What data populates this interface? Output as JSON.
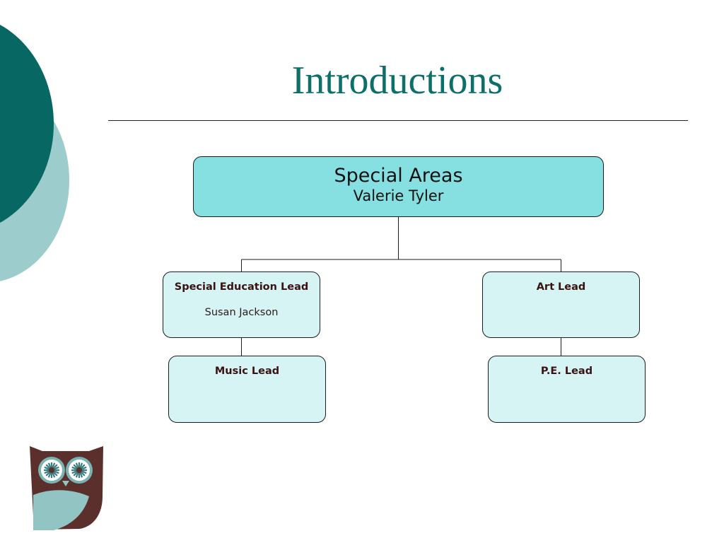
{
  "slide": {
    "title": "Introductions"
  },
  "org_chart": {
    "root": {
      "title": "Special Areas",
      "name": "Valerie Tyler"
    },
    "children": [
      {
        "title": "Special Education Lead",
        "name": "Susan Jackson",
        "children": [
          {
            "title": "Music Lead",
            "name": ""
          }
        ]
      },
      {
        "title": "Art Lead",
        "name": "",
        "children": [
          {
            "title": "P.E. Lead",
            "name": ""
          }
        ]
      }
    ]
  },
  "colors": {
    "title_teal": "#0d6f69",
    "deco_dark_teal": "#076863",
    "deco_light_teal": "#9dcccd",
    "root_fill": "#86e0e2",
    "child_fill": "#d7f4f4",
    "owl_brown": "#5a2f2c",
    "owl_light_blue": "#93c4c4"
  },
  "icons": {
    "logo": "owl-logo-icon"
  }
}
